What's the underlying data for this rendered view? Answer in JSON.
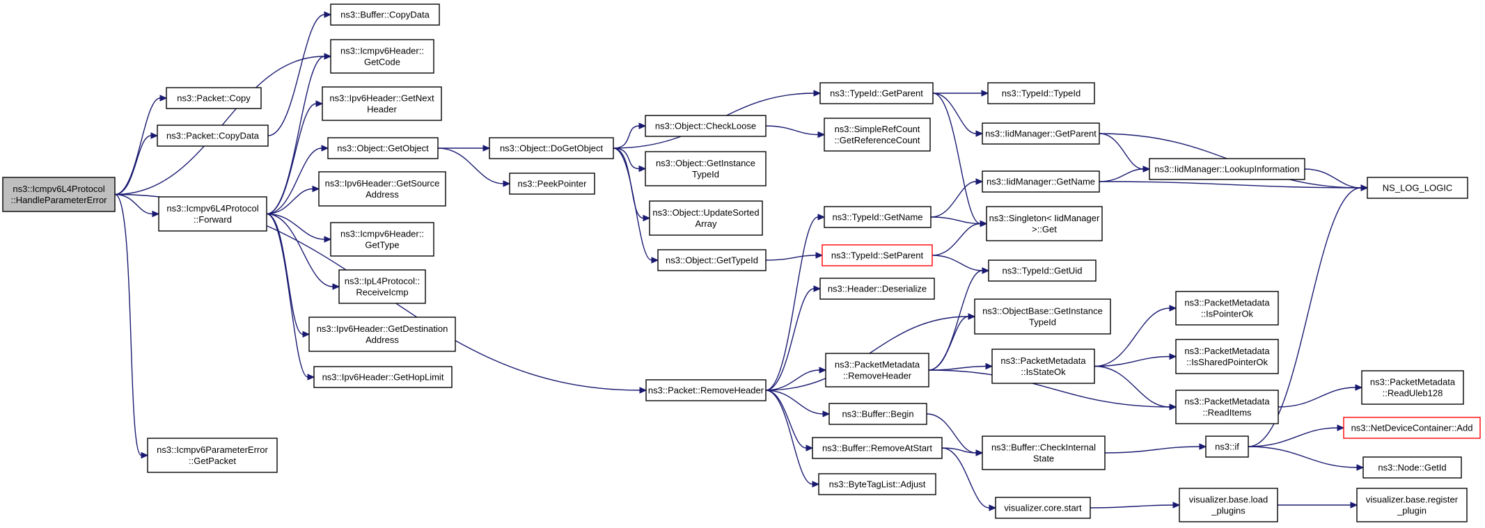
{
  "graph": {
    "colors": {
      "edge": "#191970",
      "node_border": "#000000",
      "root_fill": "#bfbfbf",
      "broken_border": "#ff0000"
    },
    "nodes": [
      {
        "id": "root",
        "lines": [
          "ns3::Icmpv6L4Protocol",
          "::HandleParameterError"
        ],
        "style": "root"
      },
      {
        "id": "packet_copy",
        "lines": [
          "ns3::Packet::Copy"
        ]
      },
      {
        "id": "packet_copydata",
        "lines": [
          "ns3::Packet::CopyData"
        ]
      },
      {
        "id": "buffer_copydata",
        "lines": [
          "ns3::Buffer::CopyData"
        ]
      },
      {
        "id": "icmpv6h_getcode",
        "lines": [
          "ns3::Icmpv6Header::",
          "GetCode"
        ]
      },
      {
        "id": "ipv6h_getnextheader",
        "lines": [
          "ns3::Ipv6Header::GetNext",
          "Header"
        ]
      },
      {
        "id": "object_getobject",
        "lines": [
          "ns3::Object::GetObject"
        ]
      },
      {
        "id": "icmpv6l4_forward",
        "lines": [
          "ns3::Icmpv6L4Protocol",
          "::Forward"
        ]
      },
      {
        "id": "ipv6h_getsource",
        "lines": [
          "ns3::Ipv6Header::GetSource",
          "Address"
        ]
      },
      {
        "id": "icmpv6h_gettype",
        "lines": [
          "ns3::Icmpv6Header::",
          "GetType"
        ]
      },
      {
        "id": "ipl4_receiveicmp",
        "lines": [
          "ns3::IpL4Protocol::",
          "ReceiveIcmp"
        ]
      },
      {
        "id": "ipv6h_getdest",
        "lines": [
          "ns3::Ipv6Header::GetDestination",
          "Address"
        ]
      },
      {
        "id": "ipv6h_gethoplimit",
        "lines": [
          "ns3::Ipv6Header::GetHopLimit"
        ]
      },
      {
        "id": "icmpv6pe_getpacket",
        "lines": [
          "ns3::Icmpv6ParameterError",
          "::GetPacket"
        ]
      },
      {
        "id": "object_dogetobject",
        "lines": [
          "ns3::Object::DoGetObject"
        ]
      },
      {
        "id": "peekpointer",
        "lines": [
          "ns3::PeekPointer"
        ]
      },
      {
        "id": "typeid_getparent",
        "lines": [
          "ns3::TypeId::GetParent"
        ]
      },
      {
        "id": "object_checkloose",
        "lines": [
          "ns3::Object::CheckLoose"
        ]
      },
      {
        "id": "object_getinstancetypeid",
        "lines": [
          "ns3::Object::GetInstance",
          "TypeId"
        ]
      },
      {
        "id": "object_updatesorted",
        "lines": [
          "ns3::Object::UpdateSorted",
          "Array"
        ]
      },
      {
        "id": "object_gettypeid",
        "lines": [
          "ns3::Object::GetTypeId"
        ]
      },
      {
        "id": "typeid_typeid",
        "lines": [
          "ns3::TypeId::TypeId"
        ]
      },
      {
        "id": "srefcount_getref",
        "lines": [
          "ns3::SimpleRefCount",
          "::GetReferenceCount"
        ]
      },
      {
        "id": "iidm_getparent",
        "lines": [
          "ns3::IidManager::GetParent"
        ]
      },
      {
        "id": "iidm_getname",
        "lines": [
          "ns3::IidManager::GetName"
        ]
      },
      {
        "id": "iidm_lookup",
        "lines": [
          "ns3::IidManager::LookupInformation"
        ]
      },
      {
        "id": "ns_log_logic",
        "lines": [
          "NS_LOG_LOGIC"
        ]
      },
      {
        "id": "typeid_getname",
        "lines": [
          "ns3::TypeId::GetName"
        ]
      },
      {
        "id": "singleton_get",
        "lines": [
          "ns3::Singleton< IidManager",
          ">::Get"
        ]
      },
      {
        "id": "typeid_setparent",
        "lines": [
          "ns3::TypeId::SetParent"
        ],
        "style": "red"
      },
      {
        "id": "typeid_getuid",
        "lines": [
          "ns3::TypeId::GetUid"
        ]
      },
      {
        "id": "header_deserialize",
        "lines": [
          "ns3::Header::Deserialize"
        ]
      },
      {
        "id": "objbase_getinstancetypeid",
        "lines": [
          "ns3::ObjectBase::GetInstance",
          "TypeId"
        ]
      },
      {
        "id": "pm_removeheader",
        "lines": [
          "ns3::PacketMetadata",
          "::RemoveHeader"
        ]
      },
      {
        "id": "pm_isstateok",
        "lines": [
          "ns3::PacketMetadata",
          "::IsStateOk"
        ]
      },
      {
        "id": "pm_ispointerok",
        "lines": [
          "ns3::PacketMetadata",
          "::IsPointerOk"
        ]
      },
      {
        "id": "pm_issharedpointerok",
        "lines": [
          "ns3::PacketMetadata",
          "::IsSharedPointerOk"
        ]
      },
      {
        "id": "pm_readitems",
        "lines": [
          "ns3::PacketMetadata",
          "::ReadItems"
        ]
      },
      {
        "id": "pm_readuleb128",
        "lines": [
          "ns3::PacketMetadata",
          "::ReadUleb128"
        ]
      },
      {
        "id": "packet_removeheader",
        "lines": [
          "ns3::Packet::RemoveHeader"
        ]
      },
      {
        "id": "buffer_begin",
        "lines": [
          "ns3::Buffer::Begin"
        ]
      },
      {
        "id": "buffer_removeatstart",
        "lines": [
          "ns3::Buffer::RemoveAtStart"
        ]
      },
      {
        "id": "bytetaglist_adjust",
        "lines": [
          "ns3::ByteTagList::Adjust"
        ]
      },
      {
        "id": "buffer_checkinternal",
        "lines": [
          "ns3::Buffer::CheckInternal",
          "State"
        ]
      },
      {
        "id": "ns3_if",
        "lines": [
          "ns3::if"
        ]
      },
      {
        "id": "netdevcont_add",
        "lines": [
          "ns3::NetDeviceContainer::Add"
        ],
        "style": "red"
      },
      {
        "id": "node_getid",
        "lines": [
          "ns3::Node::GetId"
        ]
      },
      {
        "id": "viz_core_start",
        "lines": [
          "visualizer.core.start"
        ]
      },
      {
        "id": "viz_load_plugins",
        "lines": [
          "visualizer.base.load",
          "_plugins"
        ]
      },
      {
        "id": "viz_register_plugin",
        "lines": [
          "visualizer.base.register",
          "_plugin"
        ]
      }
    ],
    "edges": [
      [
        "root",
        "packet_copy"
      ],
      [
        "root",
        "packet_copydata"
      ],
      [
        "root",
        "icmpv6h_getcode"
      ],
      [
        "root",
        "icmpv6l4_forward"
      ],
      [
        "root",
        "icmpv6pe_getpacket"
      ],
      [
        "root",
        "packet_removeheader"
      ],
      [
        "packet_copydata",
        "buffer_copydata"
      ],
      [
        "icmpv6l4_forward",
        "icmpv6h_getcode"
      ],
      [
        "icmpv6l4_forward",
        "ipv6h_getnextheader"
      ],
      [
        "icmpv6l4_forward",
        "object_getobject"
      ],
      [
        "icmpv6l4_forward",
        "ipv6h_getsource"
      ],
      [
        "icmpv6l4_forward",
        "icmpv6h_gettype"
      ],
      [
        "icmpv6l4_forward",
        "ipl4_receiveicmp"
      ],
      [
        "icmpv6l4_forward",
        "ipv6h_getdest"
      ],
      [
        "icmpv6l4_forward",
        "ipv6h_gethoplimit"
      ],
      [
        "object_getobject",
        "object_dogetobject"
      ],
      [
        "object_getobject",
        "peekpointer"
      ],
      [
        "object_dogetobject",
        "typeid_getparent"
      ],
      [
        "object_dogetobject",
        "object_checkloose"
      ],
      [
        "object_dogetobject",
        "object_getinstancetypeid"
      ],
      [
        "object_dogetobject",
        "object_updatesorted"
      ],
      [
        "object_dogetobject",
        "object_gettypeid"
      ],
      [
        "typeid_getparent",
        "typeid_typeid"
      ],
      [
        "typeid_getparent",
        "iidm_getparent"
      ],
      [
        "typeid_getparent",
        "singleton_get"
      ],
      [
        "object_checkloose",
        "srefcount_getref"
      ],
      [
        "object_gettypeid",
        "typeid_setparent"
      ],
      [
        "iidm_getparent",
        "iidm_lookup"
      ],
      [
        "iidm_getparent",
        "ns_log_logic"
      ],
      [
        "iidm_getname",
        "iidm_lookup"
      ],
      [
        "iidm_getname",
        "ns_log_logic"
      ],
      [
        "iidm_lookup",
        "ns_log_logic"
      ],
      [
        "typeid_getname",
        "iidm_getname"
      ],
      [
        "typeid_getname",
        "singleton_get"
      ],
      [
        "typeid_setparent",
        "singleton_get"
      ],
      [
        "typeid_setparent",
        "typeid_getuid"
      ],
      [
        "packet_removeheader",
        "typeid_getname"
      ],
      [
        "packet_removeheader",
        "header_deserialize"
      ],
      [
        "packet_removeheader",
        "objbase_getinstancetypeid"
      ],
      [
        "packet_removeheader",
        "pm_removeheader"
      ],
      [
        "packet_removeheader",
        "buffer_begin"
      ],
      [
        "packet_removeheader",
        "buffer_removeatstart"
      ],
      [
        "packet_removeheader",
        "bytetaglist_adjust"
      ],
      [
        "pm_removeheader",
        "typeid_getuid"
      ],
      [
        "pm_removeheader",
        "objbase_getinstancetypeid"
      ],
      [
        "pm_removeheader",
        "pm_isstateok"
      ],
      [
        "pm_removeheader",
        "pm_readitems"
      ],
      [
        "pm_isstateok",
        "pm_ispointerok"
      ],
      [
        "pm_isstateok",
        "pm_issharedpointerok"
      ],
      [
        "pm_isstateok",
        "pm_readitems"
      ],
      [
        "pm_readitems",
        "pm_readuleb128"
      ],
      [
        "buffer_begin",
        "buffer_checkinternal"
      ],
      [
        "buffer_removeatstart",
        "buffer_checkinternal"
      ],
      [
        "buffer_removeatstart",
        "viz_core_start"
      ],
      [
        "buffer_checkinternal",
        "ns3_if"
      ],
      [
        "ns3_if",
        "ns_log_logic"
      ],
      [
        "ns3_if",
        "netdevcont_add"
      ],
      [
        "ns3_if",
        "node_getid"
      ],
      [
        "viz_core_start",
        "viz_load_plugins"
      ],
      [
        "viz_load_plugins",
        "viz_register_plugin"
      ]
    ]
  }
}
